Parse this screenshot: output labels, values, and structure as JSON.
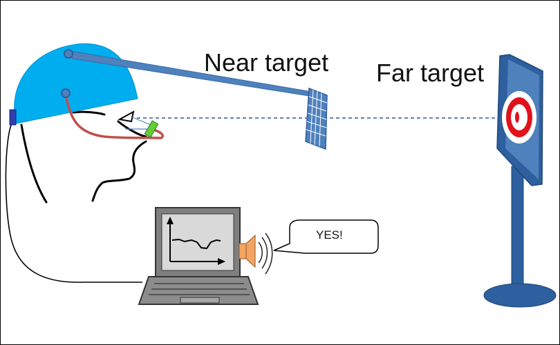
{
  "labels": {
    "near_target": "Near target",
    "far_target": "Far target",
    "speech": "YES!"
  },
  "colors": {
    "helmet": "#00aeef",
    "rod": "#4f81bd",
    "target_frame": "#2e5f9e",
    "bullseye_red": "#e0121b",
    "nose_tube": "#c0504d",
    "sensor": "#66cc33",
    "laptop": "#808080",
    "speaker": "#f4a460",
    "sight_line": "#2f5597"
  },
  "icons": {
    "helmet": "helmet-icon",
    "head": "head-silhouette-icon",
    "laptop": "laptop-icon",
    "speaker": "speaker-icon",
    "bullseye": "bullseye-icon"
  }
}
